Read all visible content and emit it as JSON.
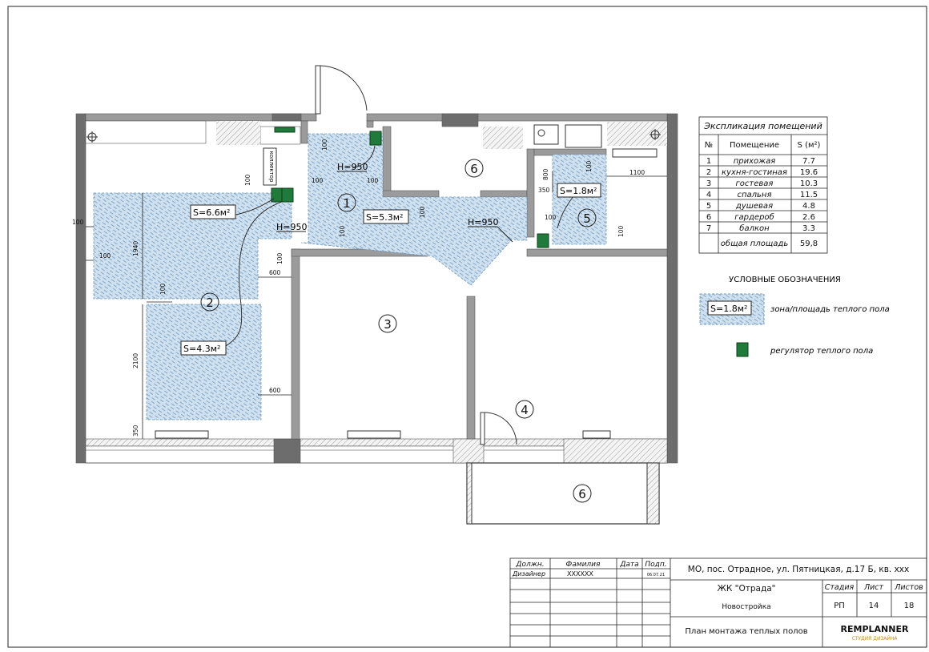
{
  "room_markers": [
    "1",
    "2",
    "3",
    "4",
    "5",
    "6",
    "6"
  ],
  "areas": {
    "s1": "S=6.6м²",
    "s2": "S=5.3м²",
    "s3": "S=4.3м²",
    "s4": "S=1.8м²"
  },
  "heights": [
    "H=950",
    "H=950",
    "H=950"
  ],
  "dims": {
    "d100": "100",
    "d600": "600",
    "d1940": "1940",
    "d2100": "2100",
    "d350": "350",
    "d800": "800",
    "d1100": "1100",
    "collector": "коллектор"
  },
  "explication": {
    "title": "Экспликация помещений",
    "headers": [
      "№",
      "Помещение",
      "S (м²)"
    ],
    "rows": [
      {
        "n": "1",
        "name": "прихожая",
        "s": "7.7"
      },
      {
        "n": "2",
        "name": "кухня-гостиная",
        "s": "19.6"
      },
      {
        "n": "3",
        "name": "гостевая",
        "s": "10.3"
      },
      {
        "n": "4",
        "name": "спальня",
        "s": "11.5"
      },
      {
        "n": "5",
        "name": "душевая",
        "s": "4.8"
      },
      {
        "n": "6",
        "name": "гардероб",
        "s": "2.6"
      },
      {
        "n": "7",
        "name": "балкон",
        "s": "3.3"
      }
    ],
    "total_label": "общая площадь",
    "total_value": "59,8"
  },
  "legend": {
    "title": "УСЛОВНЫЕ ОБОЗНАЧЕНИЯ",
    "zone_sample": "S=1.8м²",
    "zone_label": "зона/площадь теплого пола",
    "regulator_label": "регулятор теплого пола"
  },
  "stamp": {
    "headers": [
      "Должн.",
      "Фамилия",
      "Дата",
      "Подп."
    ],
    "role": "Дизайнер",
    "surname": "XXXXXX",
    "date": "06.07.21",
    "address": "МО, пос. Отрадное, ул. Пятницкая, д.17 Б, кв. ххх",
    "complex": "ЖК \"Отрада\"",
    "building": "Новостройка",
    "sheet_title": "План монтажа теплых полов",
    "stage_label": "Стадия",
    "sheet_label": "Лист",
    "sheets_label": "Листов",
    "stage": "РП",
    "sheet": "14",
    "sheets": "18",
    "logo_main": "REMPLANNER",
    "logo_sub": "СТУДИЯ ДИЗАЙНА"
  },
  "colors": {
    "wall": "#9b9b9b",
    "zone_fill": "#c9dcec",
    "regulator": "#1e7b3a"
  }
}
